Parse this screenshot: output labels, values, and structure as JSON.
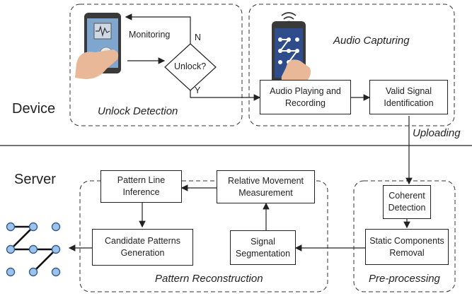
{
  "sections": {
    "device": "Device",
    "server": "Server"
  },
  "regions": {
    "unlock_detection": "Unlock Detection",
    "audio_capturing": "Audio Capturing",
    "pattern_reconstruction": "Pattern Reconstruction",
    "pre_processing": "Pre-processing"
  },
  "labels": {
    "monitoring": "Monitoring",
    "unlock_decision": "Unlock?",
    "no": "N",
    "yes": "Y",
    "uploading": "Uploading"
  },
  "boxes": {
    "audio_playing": "Audio Playing and Recording",
    "valid_signal": "Valid Signal Identification",
    "coherent_detection": "Coherent Detection",
    "static_removal": "Static Components Removal",
    "signal_segmentation": "Signal Segmentation",
    "relative_movement": "Relative Movement Measurement",
    "pattern_line": "Pattern Line Inference",
    "candidate_patterns": "Candidate Patterns Generation"
  },
  "pattern_grid": {
    "rows": 3,
    "cols": 3,
    "path": [
      [
        0,
        0
      ],
      [
        1,
        0
      ],
      [
        0,
        1
      ],
      [
        2,
        1
      ],
      [
        1,
        2
      ]
    ]
  }
}
